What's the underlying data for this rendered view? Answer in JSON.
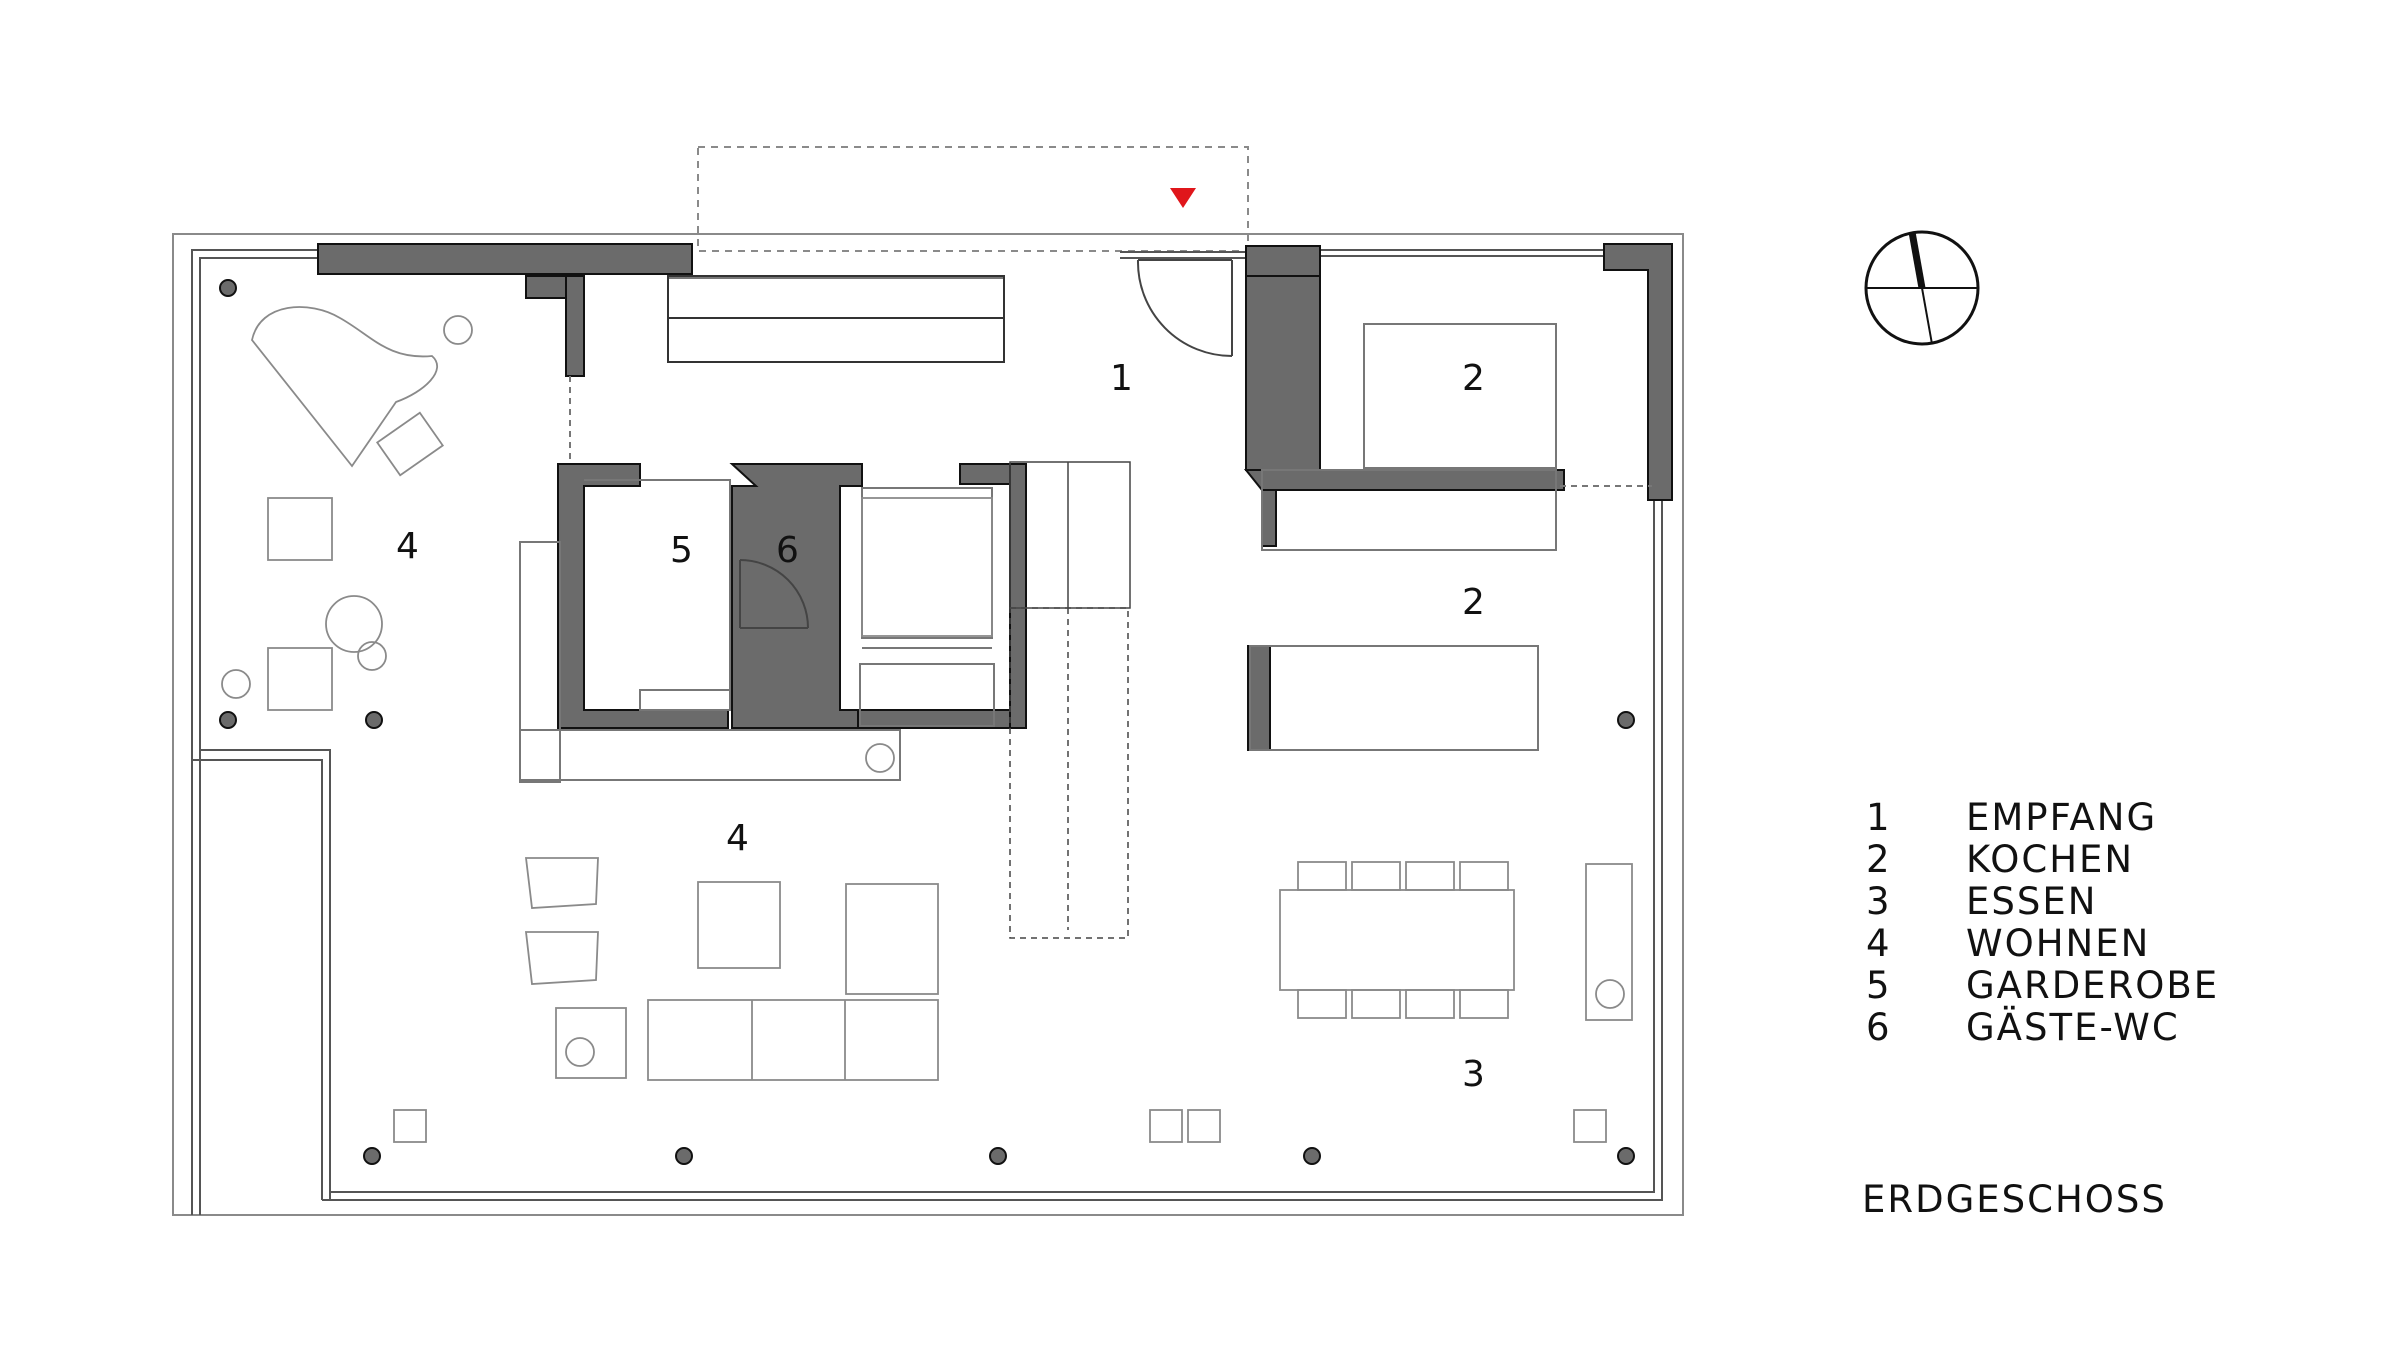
{
  "rooms": [
    {
      "number": "1"
    },
    {
      "number": "2"
    },
    {
      "number": "2"
    },
    {
      "number": "3"
    },
    {
      "number": "4"
    },
    {
      "number": "4"
    },
    {
      "number": "5"
    },
    {
      "number": "6"
    }
  ],
  "legend": [
    {
      "number": "1",
      "label": "EMPFANG"
    },
    {
      "number": "2",
      "label": "KOCHEN"
    },
    {
      "number": "3",
      "label": "ESSEN"
    },
    {
      "number": "4",
      "label": "WOHNEN"
    },
    {
      "number": "5",
      "label": "GARDEROBE"
    },
    {
      "number": "6",
      "label": "GÄSTE-WC"
    }
  ],
  "floor_title": "ERDGESCHOSS",
  "colors": {
    "wall_fill": "#6b6b6b",
    "line": "#555555",
    "entrance_marker": "#e0161b"
  },
  "icons": [
    "north-compass-icon",
    "entrance-triangle-icon"
  ]
}
